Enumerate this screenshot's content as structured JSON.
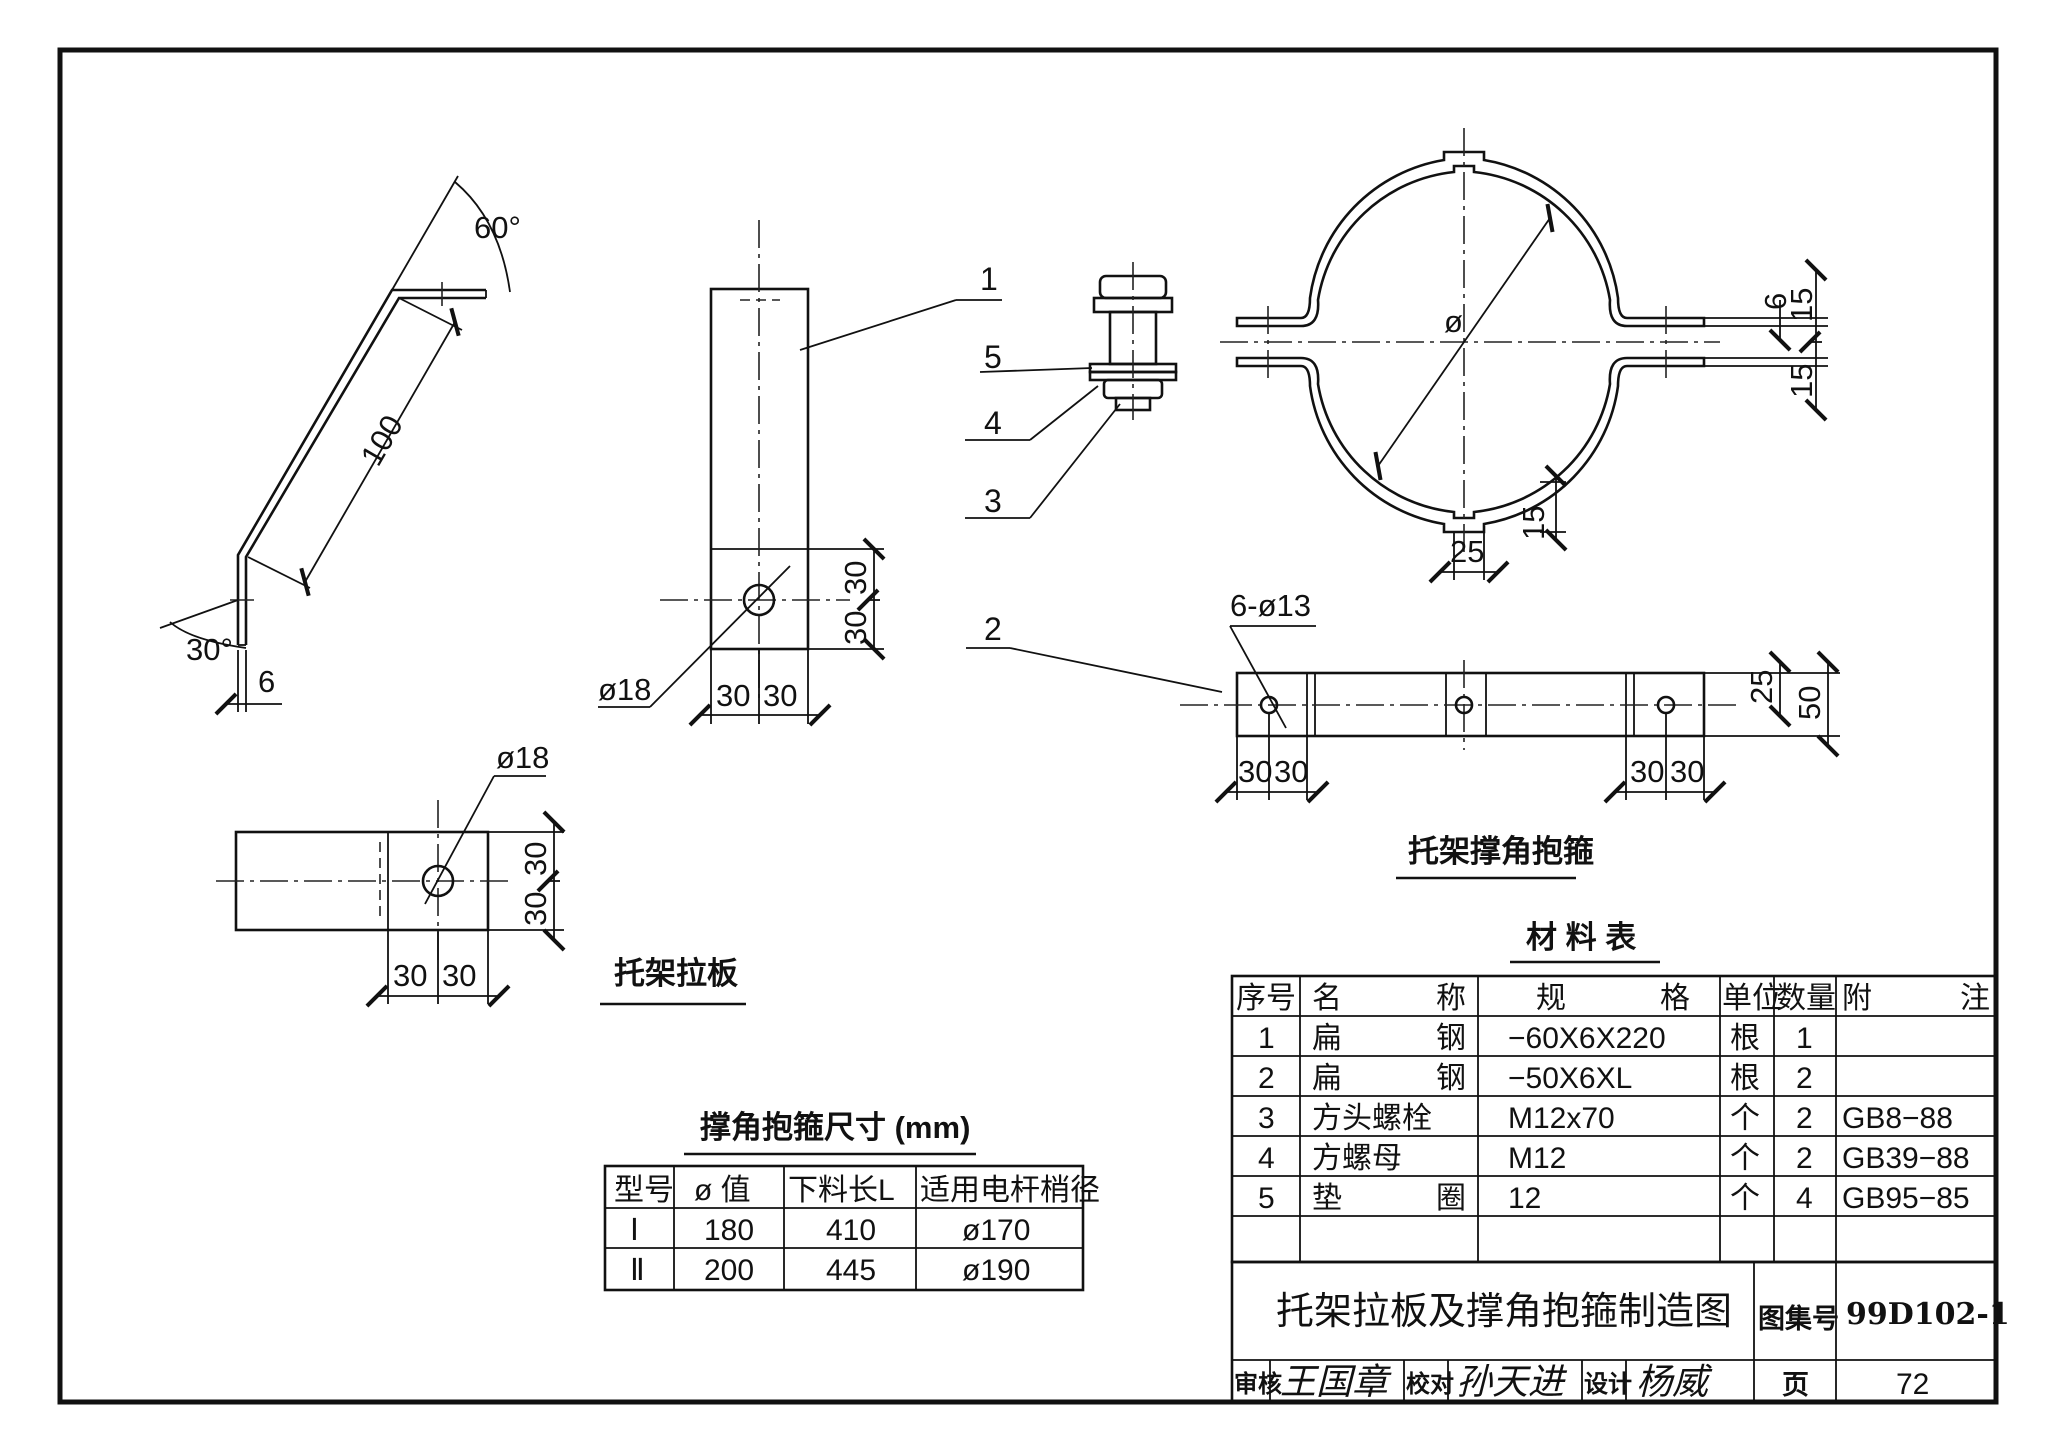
{
  "drawing": {
    "main_title": "托架拉板及撑角抱箍制造图",
    "atlas_label": "图集号",
    "atlas_no": "99D102-1",
    "page_label": "页",
    "page_no": "72",
    "review_label": "审核",
    "review_sig": "王国章",
    "check_label": "校对",
    "check_sig": "孙天进",
    "design_label": "设计",
    "design_sig": "杨威"
  },
  "views": {
    "bracket_plate_title": "托架拉板",
    "hoop_title": "托架撑角抱箍",
    "dims": {
      "angle_60": "60°",
      "angle_30": "30°",
      "len_100": "100",
      "w_6": "6",
      "d18": "ø18",
      "d18_plan": "ø18",
      "v30a": "30",
      "v30b": "30",
      "h30a": "30",
      "h30b": "30",
      "plan_v30a": "30",
      "plan_v30b": "30",
      "plan_h30a": "30",
      "plan_h30b": "30",
      "holes": "6-ø13",
      "hoop_dia": "ø",
      "gap6": "6",
      "lug15a": "15",
      "lug15b": "15",
      "bot15": "15",
      "bot25": "25",
      "strip25": "25",
      "strip50": "50",
      "s30a": "30",
      "s30b": "30",
      "s30c": "30",
      "s30d": "30"
    },
    "callouts": [
      "1",
      "5",
      "4",
      "3",
      "2"
    ]
  },
  "materials": {
    "title": "材 料 表",
    "headers": {
      "no": "序号",
      "name_a": "名",
      "name_b": "称",
      "spec_a": "规",
      "spec_b": "格",
      "unit": "单位",
      "qty": "数量",
      "note_a": "附",
      "note_b": "注"
    },
    "rows": [
      {
        "no": "1",
        "name_a": "扁",
        "name_b": "钢",
        "spec": "−60X6X220",
        "unit": "根",
        "qty": "1",
        "note": ""
      },
      {
        "no": "2",
        "name_a": "扁",
        "name_b": "钢",
        "spec": "−50X6XL",
        "unit": "根",
        "qty": "2",
        "note": ""
      },
      {
        "no": "3",
        "name_a": "方头螺栓",
        "name_b": "",
        "spec": "M12x70",
        "unit": "个",
        "qty": "2",
        "note": "GB8−88"
      },
      {
        "no": "4",
        "name_a": "方螺母",
        "name_b": "",
        "spec": "M12",
        "unit": "个",
        "qty": "2",
        "note": "GB39−88"
      },
      {
        "no": "5",
        "name_a": "垫",
        "name_b": "圈",
        "spec": "12",
        "unit": "个",
        "qty": "4",
        "note": "GB95−85"
      }
    ]
  },
  "sizes": {
    "title": "撑角抱箍尺寸 (mm)",
    "headers": {
      "type": "型号",
      "phi": "ø 值",
      "len": "下料长L",
      "pole": "适用电杆梢径"
    },
    "rows": [
      {
        "type": "Ⅰ",
        "phi": "180",
        "len": "410",
        "pole": "ø170"
      },
      {
        "type": "Ⅱ",
        "phi": "200",
        "len": "445",
        "pole": "ø190"
      }
    ]
  }
}
